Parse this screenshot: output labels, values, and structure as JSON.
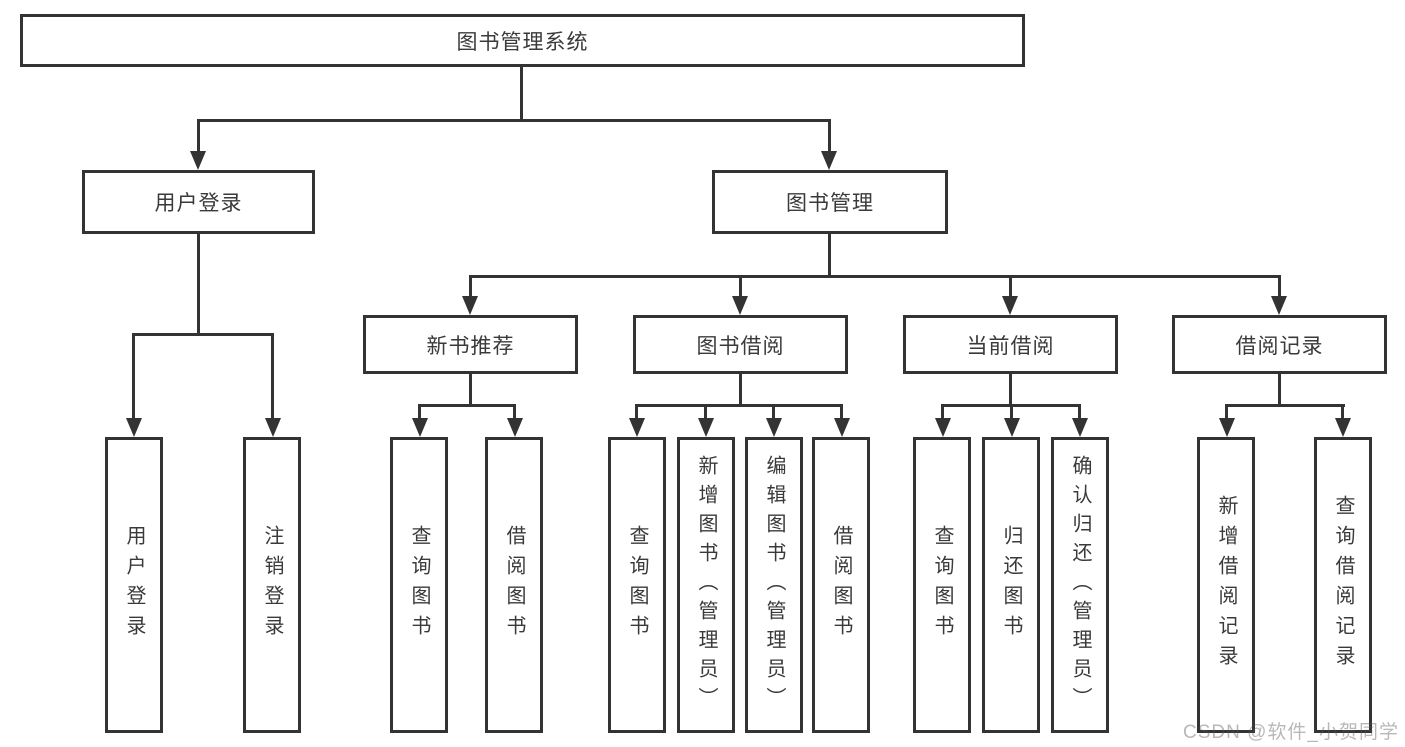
{
  "root": {
    "label": "图书管理系统"
  },
  "branches": [
    {
      "label": "用户登录",
      "children": [
        {
          "label": "用户登录"
        },
        {
          "label": "注销登录"
        }
      ]
    },
    {
      "label": "图书管理",
      "children": [
        {
          "label": "新书推荐",
          "children": [
            {
              "label": "查询图书"
            },
            {
              "label": "借阅图书"
            }
          ]
        },
        {
          "label": "图书借阅",
          "children": [
            {
              "label": "查询图书"
            },
            {
              "label": "新增图书（管理员）"
            },
            {
              "label": "编辑图书（管理员）"
            },
            {
              "label": "借阅图书"
            }
          ]
        },
        {
          "label": "当前借阅",
          "children": [
            {
              "label": "查询图书"
            },
            {
              "label": "归还图书"
            },
            {
              "label": "确认归还（管理员）"
            }
          ]
        },
        {
          "label": "借阅记录",
          "children": [
            {
              "label": "新增借阅记录"
            },
            {
              "label": "查询借阅记录"
            }
          ]
        }
      ]
    }
  ],
  "watermark": "CSDN @软件_小贺同学",
  "colors": {
    "line": "#333333",
    "text": "#3a3a3a",
    "watermark_gray": "#aaaaaa",
    "background": "#ffffff"
  }
}
